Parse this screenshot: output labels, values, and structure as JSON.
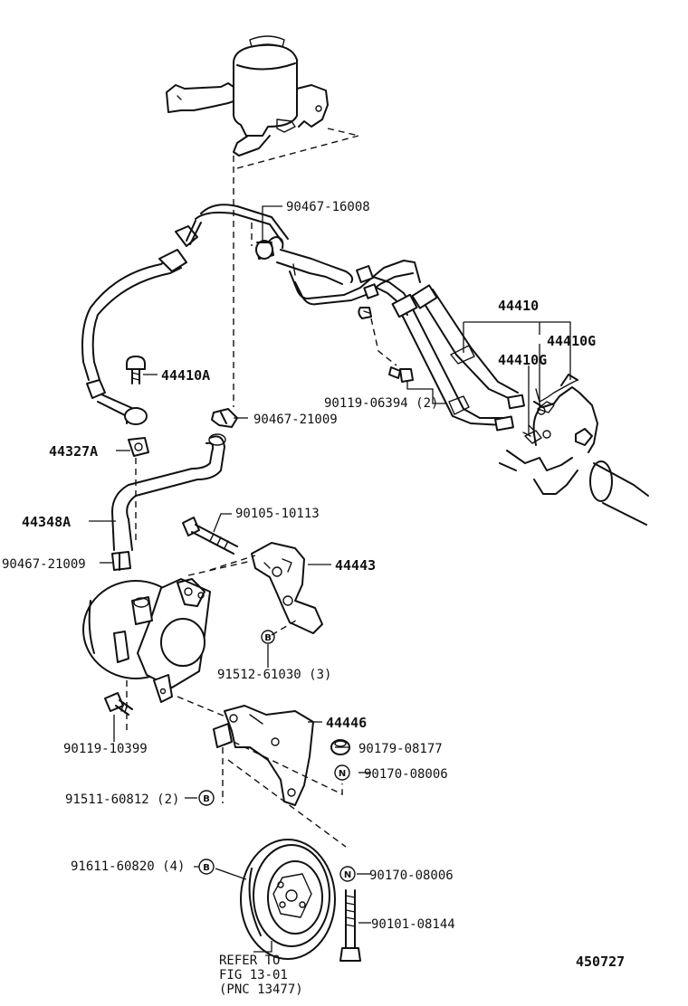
{
  "labels": {
    "p90467_16008": "90467-16008",
    "p44410": "44410",
    "p44410G_a": "44410G",
    "p44410G_b": "44410G",
    "p44410A": "44410A",
    "p90119_06394": "90119-06394 (2)",
    "p90467_21009_a": "90467-21009",
    "p44327A": "44327A",
    "p44348A": "44348A",
    "p90105_10113": "90105-10113",
    "p90467_21009_b": "90467-21009",
    "p44443": "44443",
    "p91512_61030": "91512-61030 (3)",
    "p44446": "44446",
    "p90119_10399": "90119-10399",
    "p90179_08177": "90179-08177",
    "p90170_08006_a": "90170-08006",
    "p91511_60812": "91511-60812 (2)",
    "p91611_60820": "91611-60820 (4)",
    "p90170_08006_b": "90170-08006",
    "p90101_08144": "90101-08144"
  },
  "symbols": {
    "B": "B",
    "N": "N"
  },
  "refer_note": {
    "line1": "REFER TO",
    "line2": "FIG 13-01",
    "line3": "(PNC 13477)"
  },
  "figure_number": "450727"
}
